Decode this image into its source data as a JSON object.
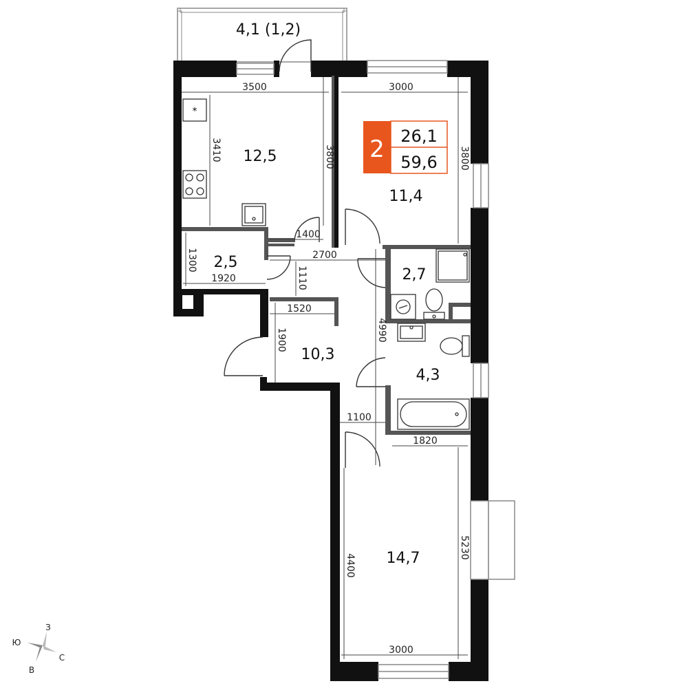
{
  "plan": {
    "balcony_area": "4,1 (1,2)",
    "rooms": {
      "kitchen": "12,5",
      "bedroom_top": "11,4",
      "pantry": "2,5",
      "toilet": "2,7",
      "hall": "10,3",
      "bathroom": "4,3",
      "bedroom_bottom": "14,7"
    },
    "dimensions": {
      "kitchen_width": "3500",
      "bedroom_top_width": "3000",
      "kitchen_depth": "3410",
      "kitchen_depth_right": "3800",
      "bedroom_top_depth": "3800",
      "corridor_1400": "1400",
      "corridor_2700": "2700",
      "pantry_1300": "1300",
      "pantry_1920": "1920",
      "pantry_1110": "1110",
      "hall_1520": "1520",
      "hall_1900": "1900",
      "hall_4990": "4990",
      "hall_1100": "1100",
      "bath_1820": "1820",
      "bedroom_bottom_depth": "4400",
      "bedroom_bottom_depth_right": "5230",
      "bedroom_bottom_width": "3000"
    },
    "badge": {
      "rooms_count": "2",
      "living_area": "26,1",
      "total_area": "59,6",
      "color": "#e8561e"
    },
    "compass": {
      "north": "З",
      "west": "Ю",
      "east": "С",
      "south": "В"
    }
  }
}
